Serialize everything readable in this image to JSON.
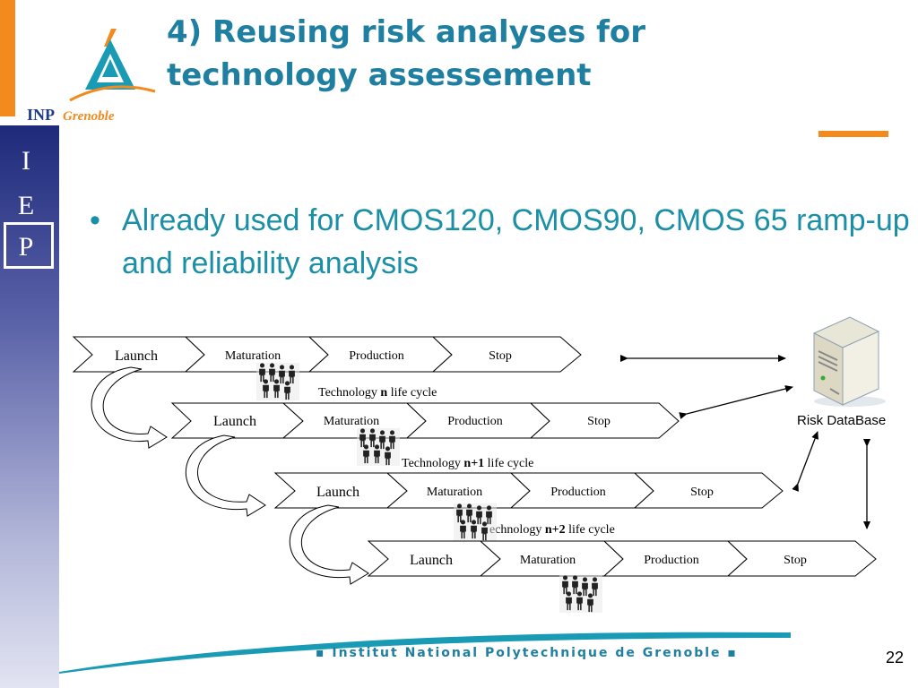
{
  "logo": {
    "brand_inp": "INP",
    "brand_city": "Grenoble"
  },
  "sidebar": {
    "letters": [
      "I",
      "E",
      "P"
    ]
  },
  "title": {
    "line1": "4) Reusing risk analyses for",
    "line2": "technology assessement"
  },
  "bullet": {
    "symbol": "•",
    "text": "Already used for CMOS120, CMOS90, CMOS 65 ramp-up and reliability analysis"
  },
  "diagram": {
    "rows": [
      {
        "stages": [
          "Launch",
          "Maturation",
          "Production",
          "Stop"
        ],
        "caption_prefix": "Technology ",
        "caption_bold": "n",
        "caption_suffix": " life cycle"
      },
      {
        "stages": [
          "Launch",
          "Maturation",
          "Production",
          "Stop"
        ],
        "caption_prefix": "Technology ",
        "caption_bold": "n+1",
        "caption_suffix": " life cycle"
      },
      {
        "stages": [
          "Launch",
          "Maturation",
          "Production",
          "Stop"
        ],
        "caption_prefix": "echnology ",
        "caption_bold": "n+2",
        "caption_suffix": " life cycle"
      },
      {
        "stages": [
          "Launch",
          "Maturation",
          "Production",
          "Stop"
        ]
      }
    ],
    "database_label": "Risk DataBase"
  },
  "footer": {
    "institution": "▪ Institut National Polytechnique de Grenoble ▪",
    "page_number": "22"
  },
  "colors": {
    "orange": "#f28a1e",
    "title_teal": "#1f7fa0",
    "bullet_teal": "#1a8fa6",
    "navy": "#1e2a7a"
  }
}
